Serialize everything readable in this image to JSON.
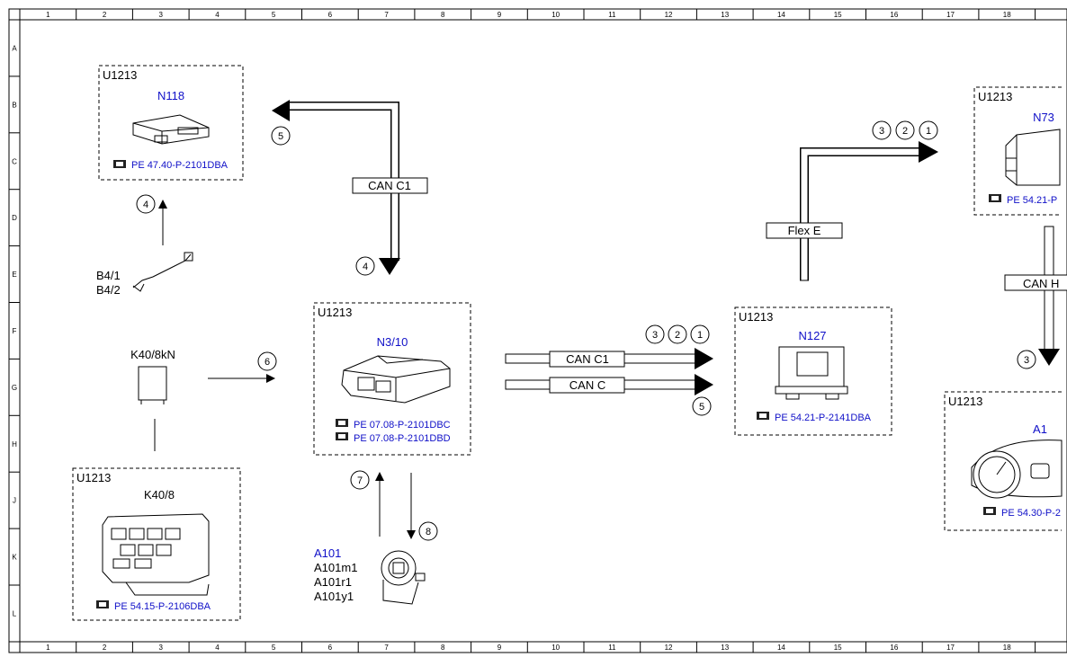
{
  "ruler": {
    "columns": [
      "1",
      "2",
      "3",
      "4",
      "5",
      "6",
      "7",
      "8",
      "9",
      "10",
      "11",
      "12",
      "13",
      "14",
      "15",
      "16",
      "17",
      "18"
    ],
    "rows": [
      "A",
      "B",
      "C",
      "D",
      "E",
      "F",
      "G",
      "H",
      "J",
      "K",
      "L"
    ]
  },
  "modules": {
    "n118": {
      "frame": "U1213",
      "name": "N118",
      "ref": "PE 47.40-P-2101DBA"
    },
    "n310": {
      "frame": "U1213",
      "name": "N3/10",
      "ref1": "PE 07.08-P-2101DBC",
      "ref2": "PE 07.08-P-2101DBD"
    },
    "k408": {
      "frame": "U1213",
      "name": "K40/8",
      "ref": "PE 54.15-P-2106DBA"
    },
    "n127": {
      "frame": "U1213",
      "name": "N127",
      "ref": "PE 54.21-P-2141DBA"
    },
    "n73": {
      "frame": "U1213",
      "name": "N73",
      "ref": "PE 54.21-P"
    },
    "a1": {
      "frame": "U1213",
      "name": "A1",
      "ref": "PE 54.30-P-2"
    }
  },
  "components": {
    "b4": {
      "line1": "B4/1",
      "line2": "B4/2"
    },
    "k408kn": {
      "name": "K40/8kN"
    },
    "a101": {
      "name": "A101",
      "line1": "A101m1",
      "line2": "A101r1",
      "line3": "A101y1"
    }
  },
  "buses": {
    "can_c1_vertical": "CAN C1",
    "can_c1_horizontal": "CAN C1",
    "can_c": "CAN C",
    "flex_e": "Flex E",
    "can_h": "CAN H"
  },
  "signals": {
    "s5_top": "5",
    "s4_left": "4",
    "s4_mid": "4",
    "s6": "6",
    "s7": "7",
    "s8": "8",
    "s3_right": "3",
    "s2_right": "2",
    "s1_right": "1",
    "s5_right": "5",
    "s3_flex": "3",
    "s2_flex": "2",
    "s1_flex": "1",
    "s3_canh": "3"
  }
}
